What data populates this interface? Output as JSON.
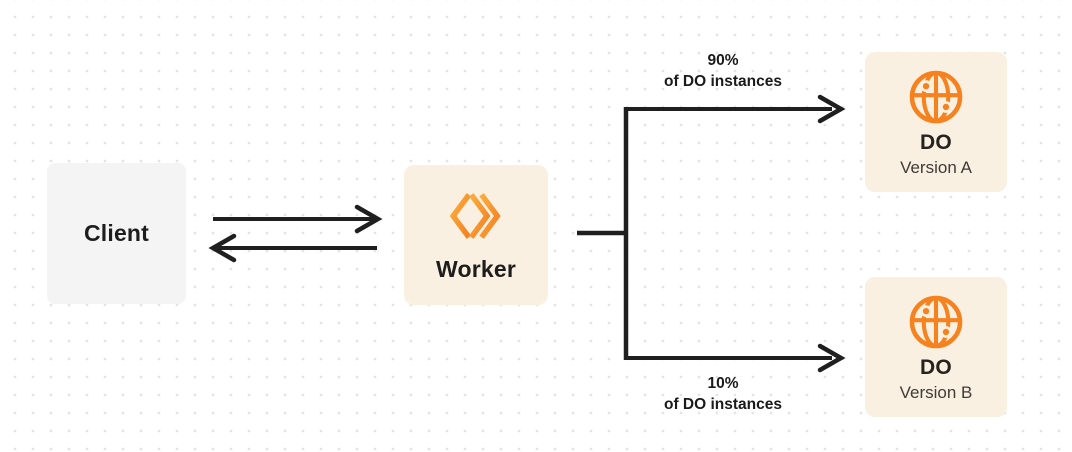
{
  "diagram": {
    "nodes": {
      "client": {
        "label": "Client"
      },
      "worker": {
        "label": "Worker"
      },
      "do_version_a": {
        "title": "DO",
        "subtitle": "Version A"
      },
      "do_version_b": {
        "title": "DO",
        "subtitle": "Version B"
      }
    },
    "edge_labels": {
      "to_version_a": {
        "line1": "90%",
        "line2": "of DO instances"
      },
      "to_version_b": {
        "line1": "10%",
        "line2": "of DO instances"
      }
    },
    "icons": {
      "worker_icon": "workers-chevrons-icon",
      "do_icon": "globe-icon"
    },
    "colors": {
      "accent_orange": "#F6821F",
      "accent_orange_light": "#FAAD3F",
      "node_cream_bg": "#FAF0E1",
      "node_gray_bg": "#F4F4F5",
      "connector": "#1F1F1F",
      "text_primary": "#1D1D1D",
      "text_secondary": "#3F3B35",
      "background_dot": "#E4E4E4"
    }
  }
}
